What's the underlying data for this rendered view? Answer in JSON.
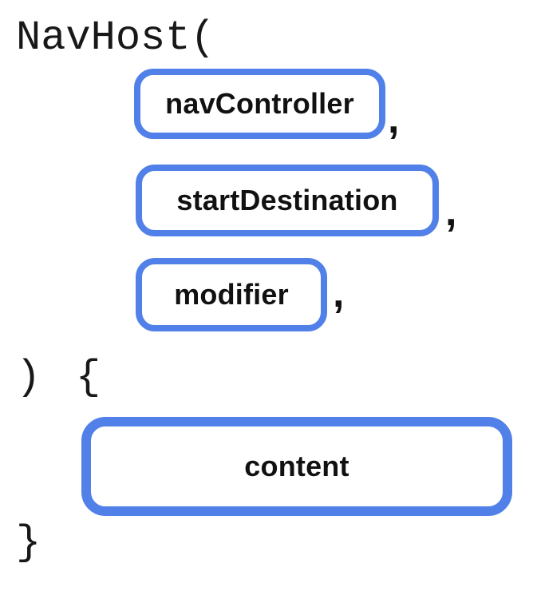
{
  "diagram": {
    "code": {
      "function_open": "NavHost(",
      "close_paren": ")",
      "open_brace": "{",
      "close_brace": "}"
    },
    "parameters": [
      {
        "label": "navController",
        "separator": ","
      },
      {
        "label": "startDestination",
        "separator": ","
      },
      {
        "label": "modifier",
        "separator": ","
      }
    ],
    "body_slot": {
      "label": "content"
    },
    "colors": {
      "box_border": "#5080E8",
      "text": "#111111",
      "background": "#ffffff"
    }
  }
}
